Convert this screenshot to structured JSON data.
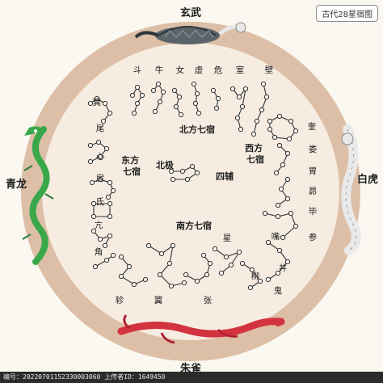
{
  "badge": "古代28星宿图",
  "directions": {
    "north": "玄武",
    "east": "青龙",
    "west": "白虎",
    "south": "朱雀"
  },
  "quadrants": {
    "north": "北方七宿",
    "east": "东方七宿",
    "west": "西方七宿",
    "south": "南方七宿"
  },
  "center": {
    "pole": "北极",
    "four_supports": "四辅"
  },
  "mansions": {
    "north": [
      "斗",
      "牛",
      "女",
      "虚",
      "危",
      "室",
      "壁"
    ],
    "east": [
      "箕",
      "尾",
      "心",
      "房",
      "氐",
      "亢",
      "角"
    ],
    "west": [
      "奎",
      "娄",
      "胃",
      "昴",
      "毕",
      "参"
    ],
    "south_top": [
      "嘴",
      "星",
      "柳"
    ],
    "south_bottom": [
      "轸",
      "翼",
      "张",
      "鬼",
      "井"
    ]
  },
  "footer": "编号：20220701152330003060  上传者ID：1649450",
  "colors": {
    "ring": "#dcbfa6",
    "disc": "#f6ece1",
    "star_stroke": "#333333",
    "dragon": "#3aa84a",
    "phoenix": "#d3333f",
    "tortoise": "#5b6369"
  },
  "icons": [
    "tortoise-snake-icon",
    "dragon-icon",
    "tiger-icon",
    "phoenix-icon"
  ]
}
